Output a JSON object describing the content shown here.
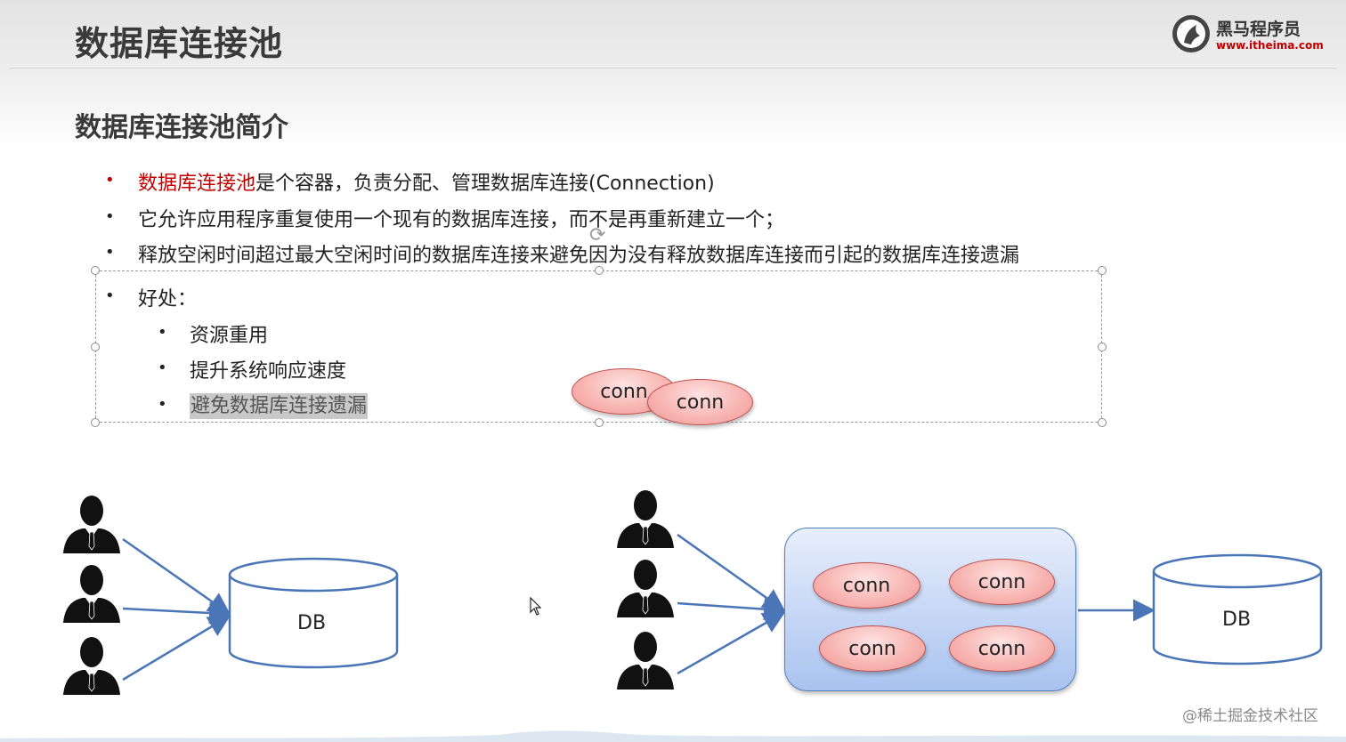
{
  "header": {
    "title": "数据库连接池",
    "logo": {
      "name": "黑马程序员",
      "url": "www.itheima.com",
      "icon": "horse-logo-icon"
    }
  },
  "section": {
    "subtitle": "数据库连接池简介"
  },
  "bullets": [
    {
      "highlight": "数据库连接池",
      "text": "是个容器，负责分配、管理数据库连接(Connection)"
    },
    {
      "text": "它允许应用程序重复使用一个现有的数据库连接，而不是再重新建立一个；"
    },
    {
      "text": "释放空闲时间超过最大空闲时间的数据库连接来避免因为没有释放数据库连接而引起的数据库连接遗漏"
    },
    {
      "text": "好处："
    }
  ],
  "sub_bullets": [
    {
      "text": "资源重用"
    },
    {
      "text": "提升系统响应速度"
    },
    {
      "text": "避免数据库连接遗漏"
    }
  ],
  "floating_conns": [
    "conn",
    "conn"
  ],
  "left_diagram": {
    "db_label": "DB"
  },
  "right_diagram": {
    "pool_conns": [
      "conn",
      "conn",
      "conn",
      "conn"
    ],
    "db_label": "DB"
  },
  "watermark": "@稀土掘金技术社区",
  "colors": {
    "accent_red": "#c00000",
    "pool_blue": "#4f81bd",
    "arrow_blue": "#4a76b8",
    "conn_fill": "#f8b6b3"
  }
}
